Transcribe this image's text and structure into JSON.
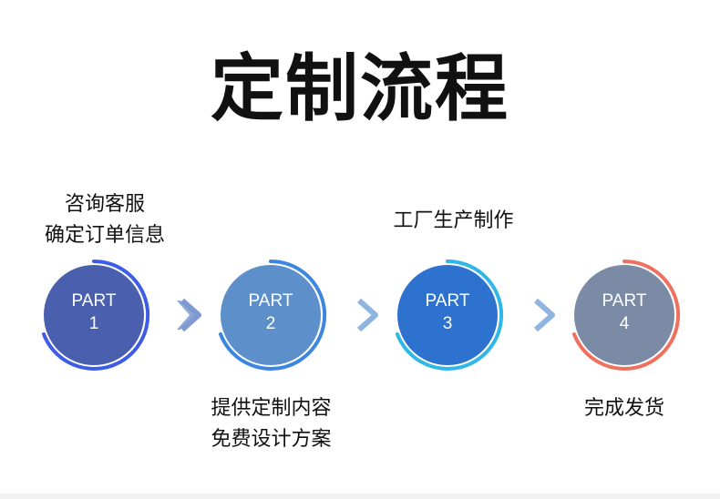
{
  "title": "定制流程",
  "steps": [
    {
      "part": "PART",
      "num": "1",
      "caption": [
        "咨询客服",
        "确定订单信息"
      ],
      "fill": "#4a5fae",
      "ring": "#3f5ce8"
    },
    {
      "part": "PART",
      "num": "2",
      "caption": [
        "提供定制内容",
        "免费设计方案"
      ],
      "fill": "#5d8fcb",
      "ring": "#3d86e0"
    },
    {
      "part": "PART",
      "num": "3",
      "caption": [
        "工厂生产制作"
      ],
      "fill": "#2e72cf",
      "ring": "#2a7fe8"
    },
    {
      "part": "PART",
      "num": "4",
      "caption": [
        "完成发货"
      ],
      "fill": "#7b8ba5",
      "ring": "#f0705f"
    }
  ],
  "arrow_color": "#8fa8d8"
}
